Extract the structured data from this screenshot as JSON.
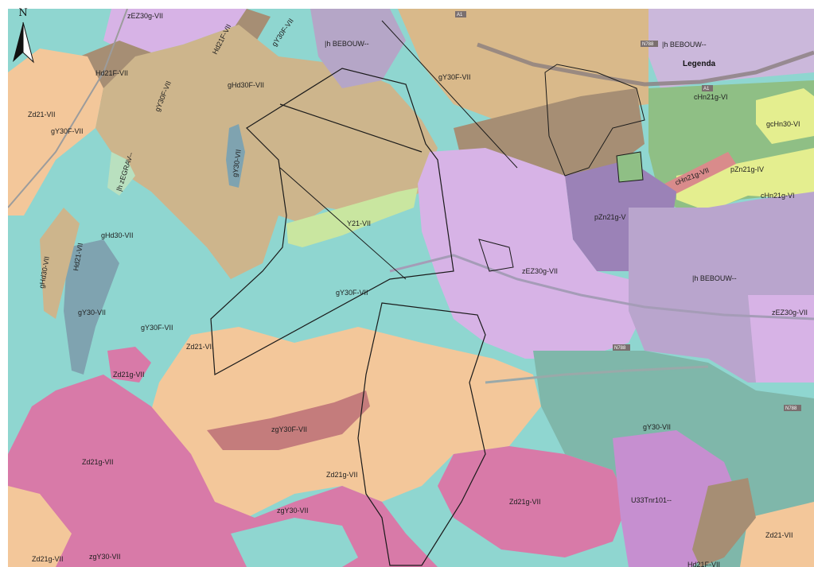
{
  "map": {
    "north_letter": "N",
    "legend_label": "Legenda",
    "colors": {
      "base": "#8fd6d0",
      "sand_orange": "#f3c79a",
      "pink": "#d87aa8",
      "lilac": "#d7b3e6",
      "brown": "#a68e74",
      "tan": "#cdb58c",
      "green": "#8fbf85",
      "lime": "#e4ee8f",
      "teal_dark": "#7fb7aa",
      "purple_dark": "#9b82b7",
      "salmon": "#d98b8b",
      "outline": "#1a1a1a"
    },
    "road_labels": [
      {
        "id": "a1-top",
        "text": "A1"
      },
      {
        "id": "n788-top",
        "text": "N788"
      },
      {
        "id": "a1-right",
        "text": "A1"
      },
      {
        "id": "n788-mid",
        "text": "N788"
      },
      {
        "id": "n788-low",
        "text": "N788"
      }
    ],
    "soil_labels": [
      {
        "id": "zez30g-top",
        "text": "zEZ30g-VII"
      },
      {
        "id": "hd21f-vii-rot",
        "text": "Hd21F-VII"
      },
      {
        "id": "gy30f-top",
        "text": "gY30F-VII"
      },
      {
        "id": "jh-bebouw-top",
        "text": "|h BEBOUW--"
      },
      {
        "id": "jh-bebouw-topright",
        "text": "|h BEBOUW--"
      },
      {
        "id": "hd21f-vii-left",
        "text": "Hd21F-VII"
      },
      {
        "id": "gy30f-vii-rot",
        "text": "gY30F-VII"
      },
      {
        "id": "ghd30f-vii",
        "text": "gHd30F-VII"
      },
      {
        "id": "gy30f-vii-center-top",
        "text": "gY30F-VII"
      },
      {
        "id": "chn21g-vi-top",
        "text": "cHn21g-VI"
      },
      {
        "id": "zd21-vii-left",
        "text": "Zd21-VII"
      },
      {
        "id": "gy30f-vii-left",
        "text": "gY30F-VII"
      },
      {
        "id": "gchn30-vi",
        "text": "gcHn30-VI"
      },
      {
        "id": "gy30-vii-rot",
        "text": "gY30-VII"
      },
      {
        "id": "jh-zegrav",
        "text": "|h zEGRAV--"
      },
      {
        "id": "chn21g-vii-rot",
        "text": "cHn21g-VII"
      },
      {
        "id": "pzn21g-iv",
        "text": "pZn21g-IV"
      },
      {
        "id": "chn21g-vi-right",
        "text": "cHn21g-VI"
      },
      {
        "id": "pzn21g-v",
        "text": "pZn21g-V"
      },
      {
        "id": "y21-vii",
        "text": "Y21-VII"
      },
      {
        "id": "ghd30-vii",
        "text": "gHd30-VII"
      },
      {
        "id": "hd21-vii-rot",
        "text": "Hd21-VII"
      },
      {
        "id": "ghd30-vii-rot",
        "text": "gHd30-VII"
      },
      {
        "id": "zez30g-vii-center",
        "text": "zEZ30g-VII"
      },
      {
        "id": "jh-bebouw-right",
        "text": "|h BEBOUW--"
      },
      {
        "id": "gy30f-vii-center",
        "text": "gY30F-VII"
      },
      {
        "id": "zez30g-vii-right",
        "text": "zEZ30g-VII"
      },
      {
        "id": "gy30-vii-left",
        "text": "gY30-VII"
      },
      {
        "id": "gy30f-vii-lower",
        "text": "gY30F-VII"
      },
      {
        "id": "zd21-vii-center",
        "text": "Zd21-VII"
      },
      {
        "id": "zd21g-vii-small",
        "text": "Zd21g-VII"
      },
      {
        "id": "zgy30f-vii",
        "text": "zgY30F-VII"
      },
      {
        "id": "gy30-vii-right",
        "text": "gY30-VII"
      },
      {
        "id": "zd21g-vii-left",
        "text": "Zd21g-VII"
      },
      {
        "id": "zd21g-vii-center",
        "text": "Zd21g-VII"
      },
      {
        "id": "zd21g-vii-lowright",
        "text": "Zd21g-VII"
      },
      {
        "id": "u33tnr101",
        "text": "U33Tnr101--"
      },
      {
        "id": "zgy30-vii-center",
        "text": "zgY30-VII"
      },
      {
        "id": "zd21-vii-right",
        "text": "Zd21-VII"
      },
      {
        "id": "zd21g-vii-bottom",
        "text": "Zd21g-VII"
      },
      {
        "id": "zgy30-vii-bottom",
        "text": "zgY30-VII"
      },
      {
        "id": "hd21f-vii-bottom",
        "text": "Hd21F-VII"
      }
    ]
  }
}
